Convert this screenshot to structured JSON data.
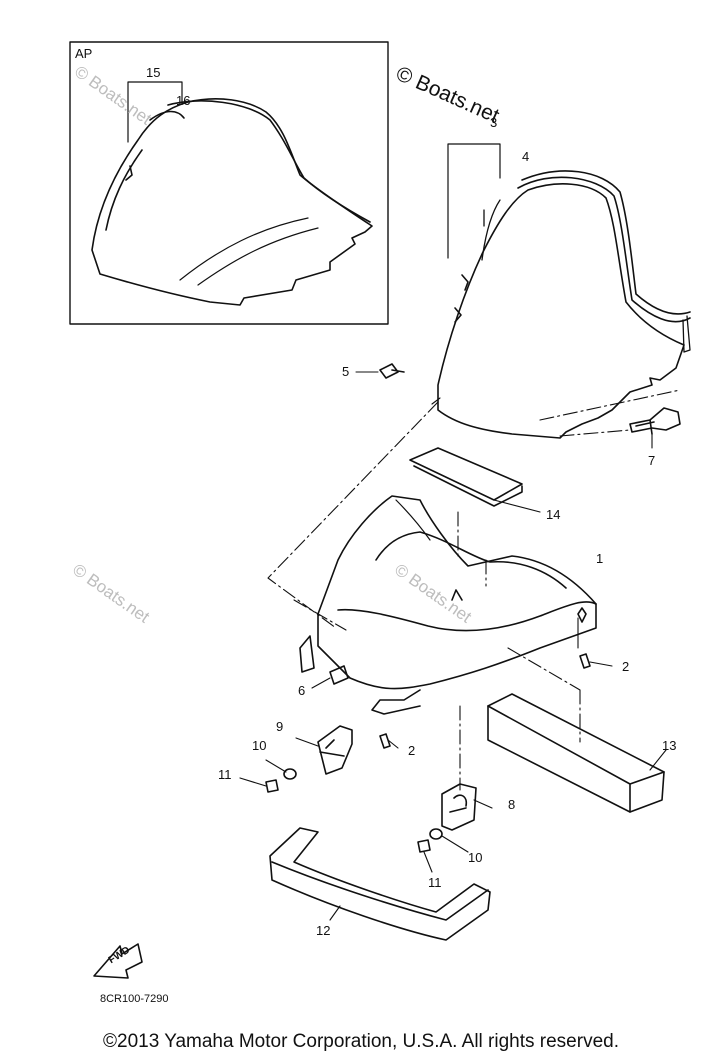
{
  "inset": {
    "tag": "AP",
    "callouts": [
      "15",
      "16"
    ]
  },
  "watermark": {
    "main": "© Boats.net",
    "faint": "© Boats.net"
  },
  "callouts": {
    "c1": "1",
    "c2a": "2",
    "c2b": "2",
    "c3": "3",
    "c4": "4",
    "c5": "5",
    "c6": "6",
    "c7": "7",
    "c8": "8",
    "c9": "9",
    "c10a": "10",
    "c10b": "10",
    "c11a": "11",
    "c11b": "11",
    "c12": "12",
    "c13": "13",
    "c14": "14"
  },
  "fwd_label": "FWD",
  "drawing_code": "8CR100-7290",
  "copyright": "©2013 Yamaha Motor Corporation, U.S.A. All rights reserved."
}
